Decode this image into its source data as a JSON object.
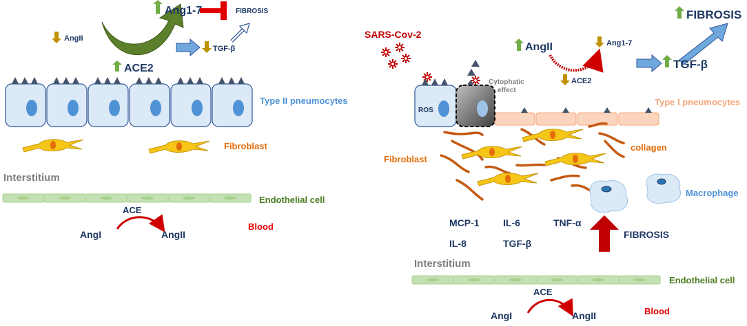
{
  "left_panel": {
    "ang17": "Ang1-7",
    "fibrosis": "FIBROSIS",
    "angii_small": "AngII",
    "tgfb": "TGF-β",
    "ace2": "ACE2",
    "type2_label": "Type II pneumocytes",
    "fibroblast_label": "Fibroblast",
    "interstitium": "Interstitium",
    "endothelial_label": "Endothelial cell",
    "ace": "ACE",
    "angi": "AngI",
    "angii": "AngII",
    "blood": "Blood"
  },
  "right_panel": {
    "sars": "SARS-Cov-2",
    "angii_up": "AngII",
    "ang17_down": "Ang1-7",
    "ace2_down": "ACE2",
    "fibrosis_top": "FIBROSIS",
    "tgfb_up": "TGF-β",
    "cytophatic_line1": "Cytophatic",
    "cytophatic_line2": "effect",
    "ros": "ROS",
    "type1_label": "Type I pneumocytes",
    "collagen_label": "collagen",
    "fibroblast_label": "Fibroblast",
    "macrophage_label": "Macrophage",
    "cytokines": [
      "MCP-1",
      "IL-6",
      "TNF-α",
      "IL-8",
      "TGF-β"
    ],
    "fibrosis_arrow": "FIBROSIS",
    "interstitium": "Interstitium",
    "endothelial_label": "Endothelial cell",
    "ace": "ACE",
    "angi": "AngI",
    "angii": "AngII",
    "blood": "Blood"
  },
  "colors": {
    "up_arrow": "#70ad47",
    "down_arrow": "#bf9000",
    "inhibit_bar": "#e00000",
    "blue_arrow": "#6fa8dc",
    "fibroblast": "#f5c518",
    "endothelial": "#c5e0b4",
    "type2_cell": "#dce9f7",
    "type1_cell": "#fbd5bd",
    "collagen": "#c55a11"
  }
}
